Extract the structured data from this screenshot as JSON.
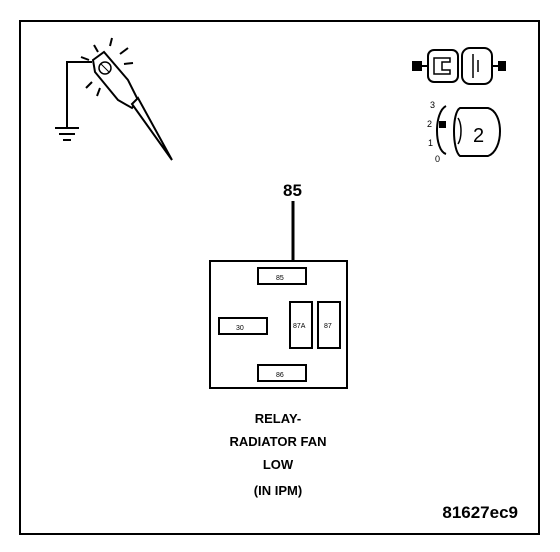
{
  "diagram": {
    "pin_callout": "85",
    "pins": {
      "p85": "85",
      "p30": "30",
      "p87a": "87A",
      "p87": "87",
      "p86": "86"
    },
    "scale_labels": [
      "3",
      "2",
      "1",
      "0"
    ],
    "selector_value": "2",
    "caption": {
      "line1": "RELAY-",
      "line2": "RADIATOR FAN",
      "line3": "LOW",
      "line4": "(IN IPM)"
    },
    "figure_id": "81627ec9"
  }
}
